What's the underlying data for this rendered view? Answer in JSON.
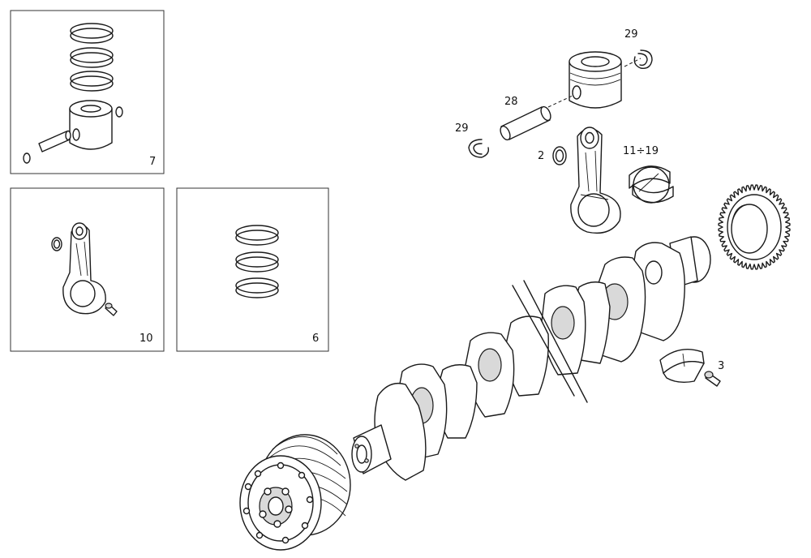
{
  "labels": {
    "piston_kit": "7",
    "conrod_kit": "10",
    "ring_set": "6",
    "circlip_top": "29",
    "piston_pin": "28",
    "circlip_left": "29",
    "bushing": "2",
    "bearing_shells": "11÷19",
    "bolt": "3"
  }
}
